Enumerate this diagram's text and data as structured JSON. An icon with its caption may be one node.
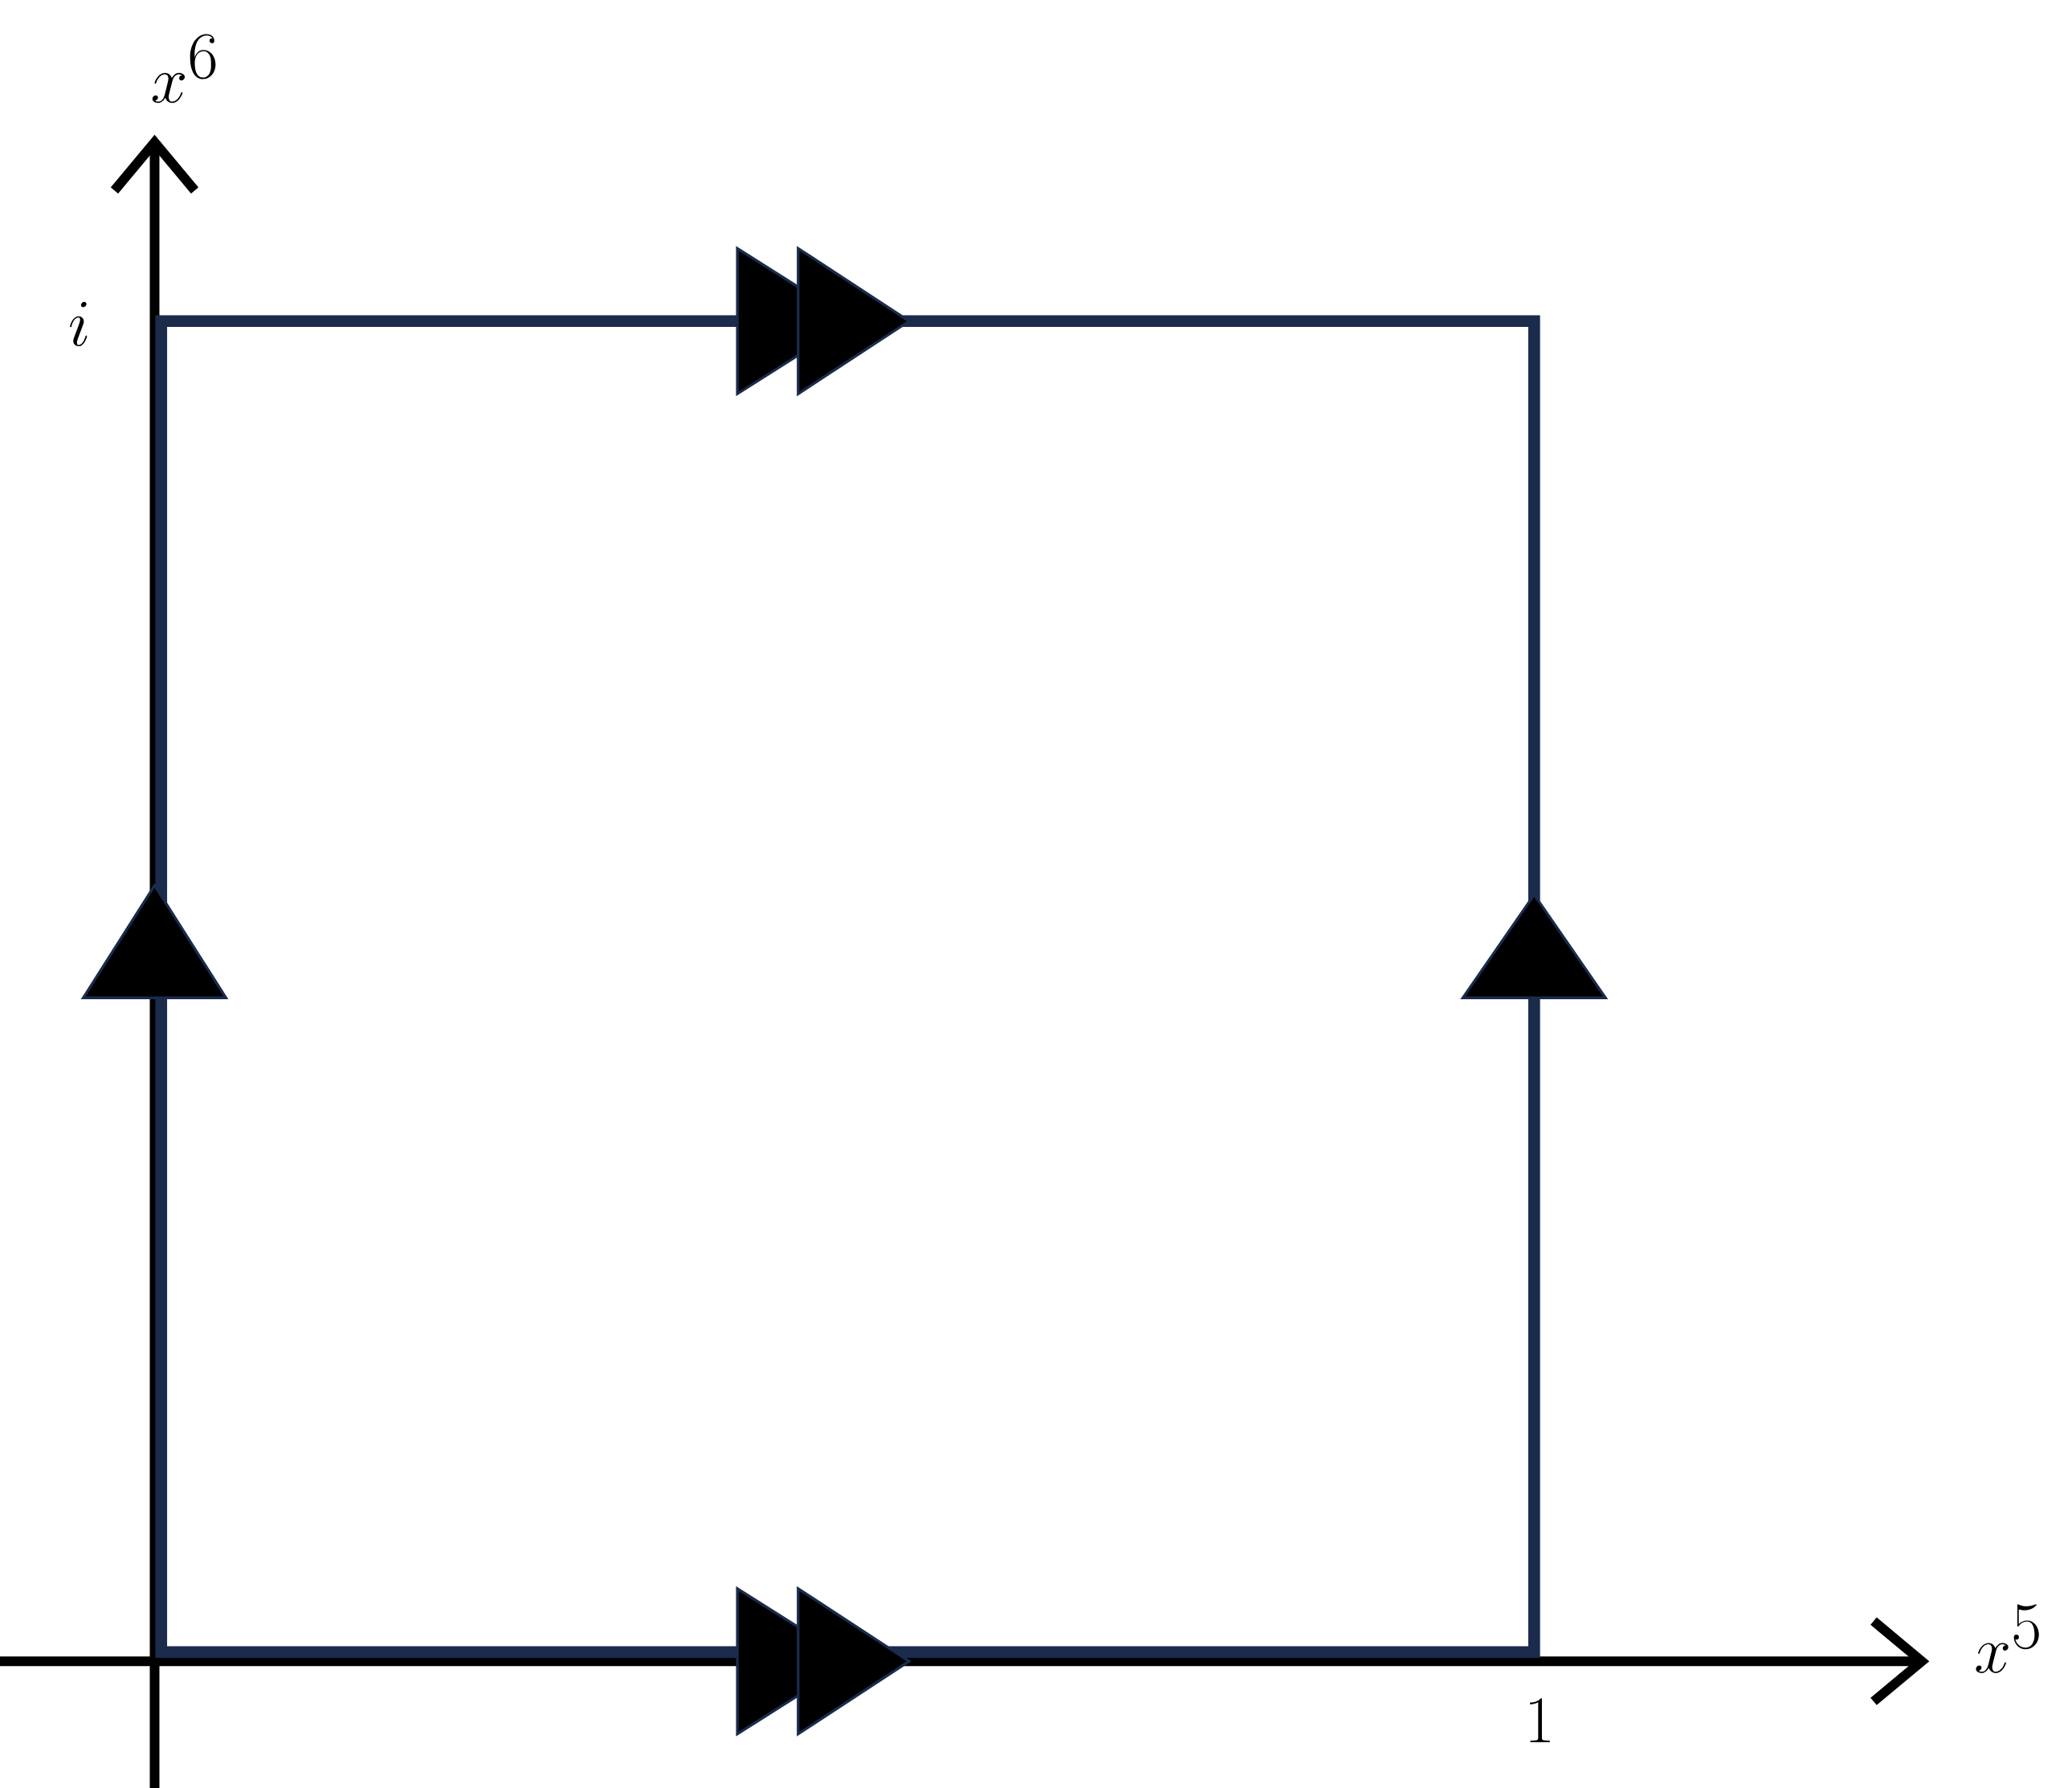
{
  "diagram": {
    "labels": [
      "x^6",
      "i",
      "x^5",
      "1"
    ]
  }
}
